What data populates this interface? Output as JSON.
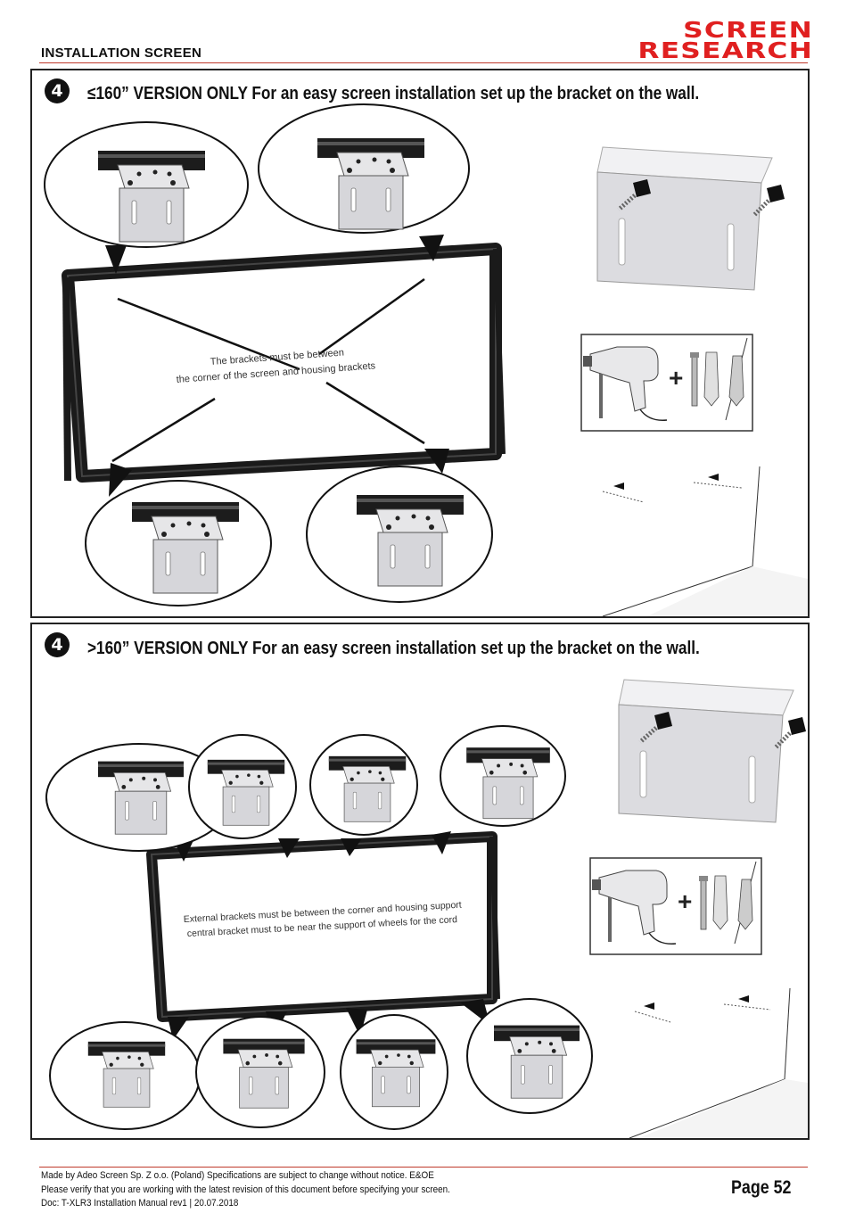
{
  "header": {
    "title": "INSTALLATION SCREEN",
    "logo_line1": "SCREEN",
    "logo_line2": "RESEARCH"
  },
  "sections": [
    {
      "step": "4",
      "text": "≤160” VERSION ONLY For an easy screen installation set up the bracket on the wall.",
      "note_line1": "The brackets must be between",
      "note_line2": "the corner of the screen and housing brackets"
    },
    {
      "step": "4",
      "text": ">160” VERSION ONLY For an easy screen installation set up the bracket on the wall.",
      "note_line1": "External brackets must be between the corner and housing support",
      "note_line2": "central bracket must to be near the support of wheels for the cord"
    }
  ],
  "footer": {
    "line1": "Made by Adeo Screen Sp. Z o.o. (Poland) Specifications are subject to change without notice. E&OE",
    "line2": "Please verify that you are working with the latest revision of this document before specifying your screen.",
    "line3": "Doc: T-XLR3 Installation Manual rev1 | 20.07.2018",
    "page": "Page 52"
  },
  "colors": {
    "brand_red": "#e02020",
    "rule_red": "#c0392b",
    "frame_black": "#1a1a1a",
    "bracket_grey": "#d8d8dc"
  },
  "icons": [
    "drill-icon",
    "screw-icon",
    "wall-plug-icon",
    "plus-icon",
    "arrow-left-icon"
  ]
}
